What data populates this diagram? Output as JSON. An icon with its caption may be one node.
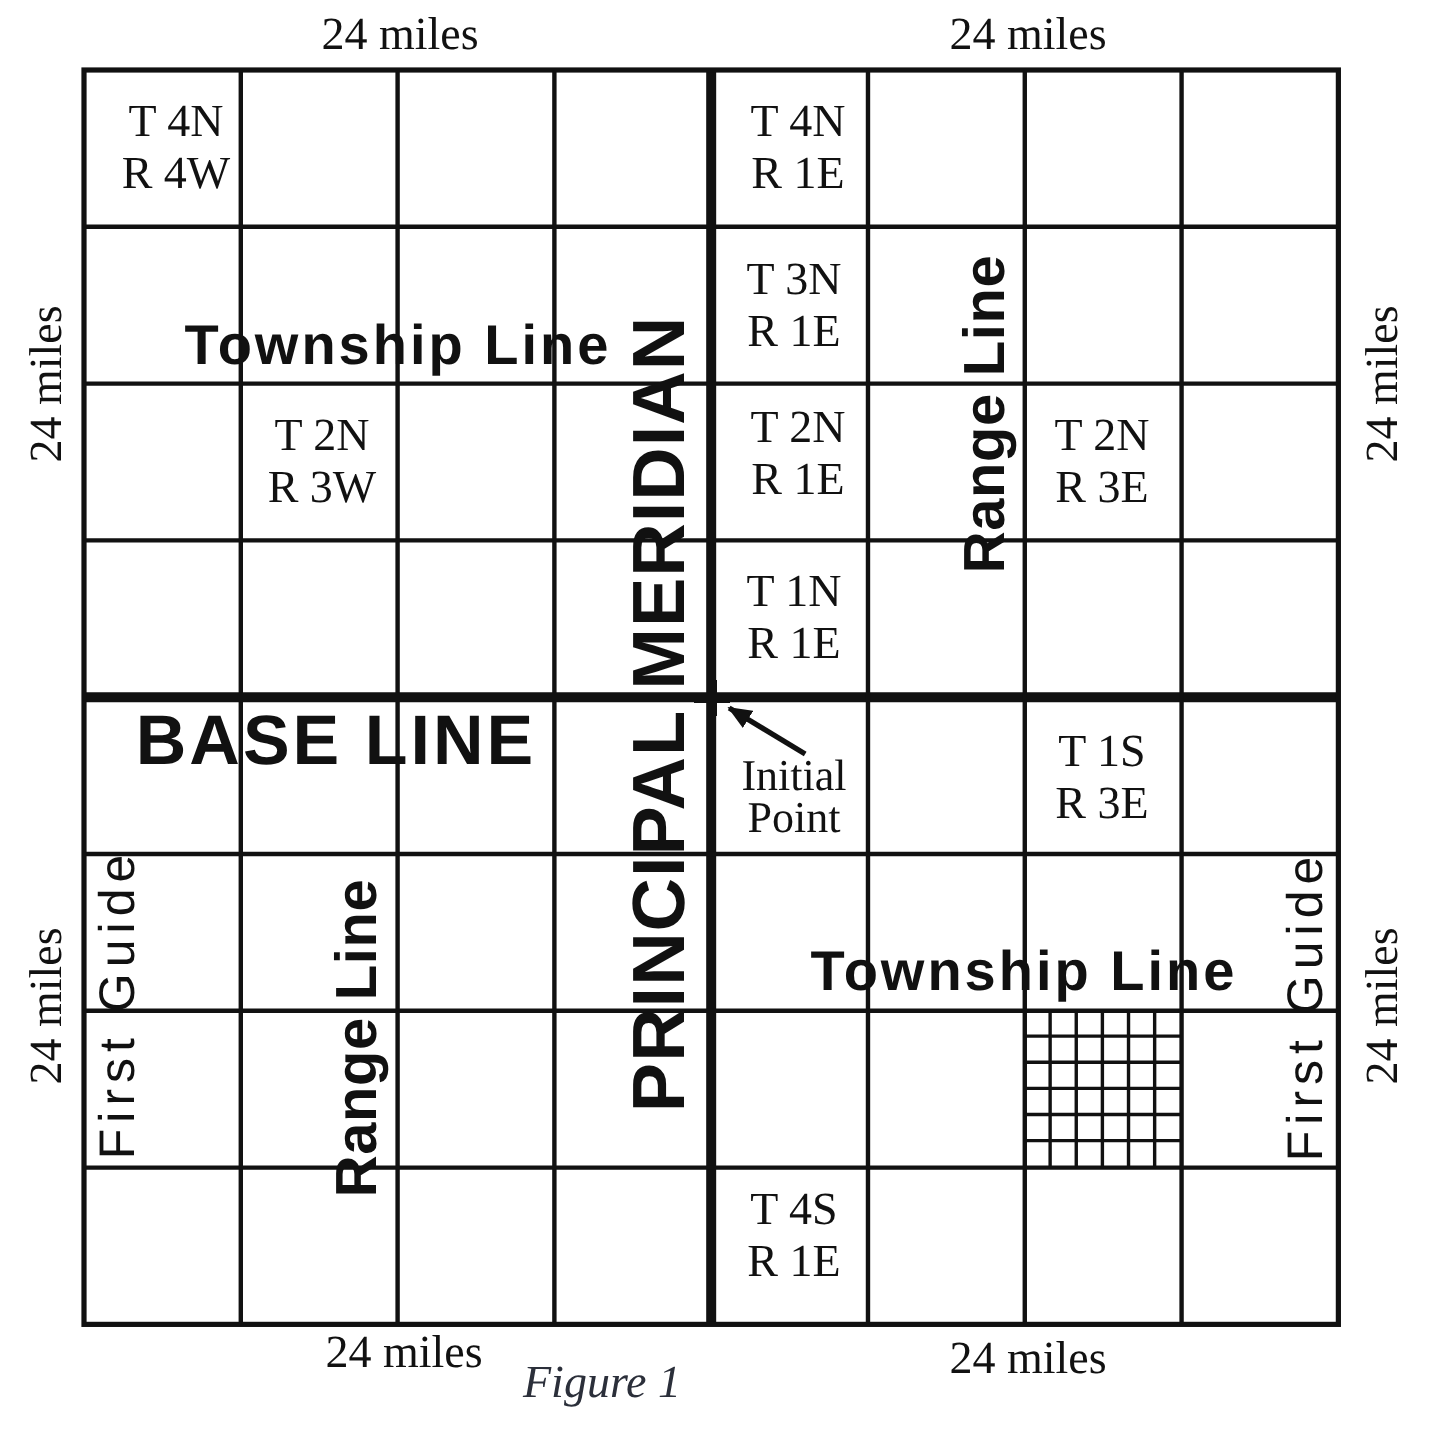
{
  "diagram": {
    "caption": "Figure 1",
    "nodes": [
      {
        "text": [],
        "shape": "cross"
      },
      {
        "text": [
          "Initial Point"
        ]
      }
    ],
    "edges": [
      {
        "from": 1,
        "to": 0,
        "arrow": "to"
      }
    ],
    "labels": [
      "24 miles",
      "24 miles",
      "T 4N R 4W",
      "T 4N R 1E",
      "T 3N R 1E",
      "Township Line",
      "24 miles",
      "24 miles",
      "T 2N R 3W",
      "T 2N R 1E",
      "T 2N R 3E",
      "Range Line",
      "PRINCIPAL MERIDIAN",
      "T 1N R 1E",
      "BASE LINE",
      "T 1S R 3E",
      "24 miles",
      "First Guide",
      "Range Line",
      "Township Line",
      "First Guide",
      "24 miles",
      "T 4S R 1E",
      "24 miles",
      "24 miles"
    ]
  }
}
